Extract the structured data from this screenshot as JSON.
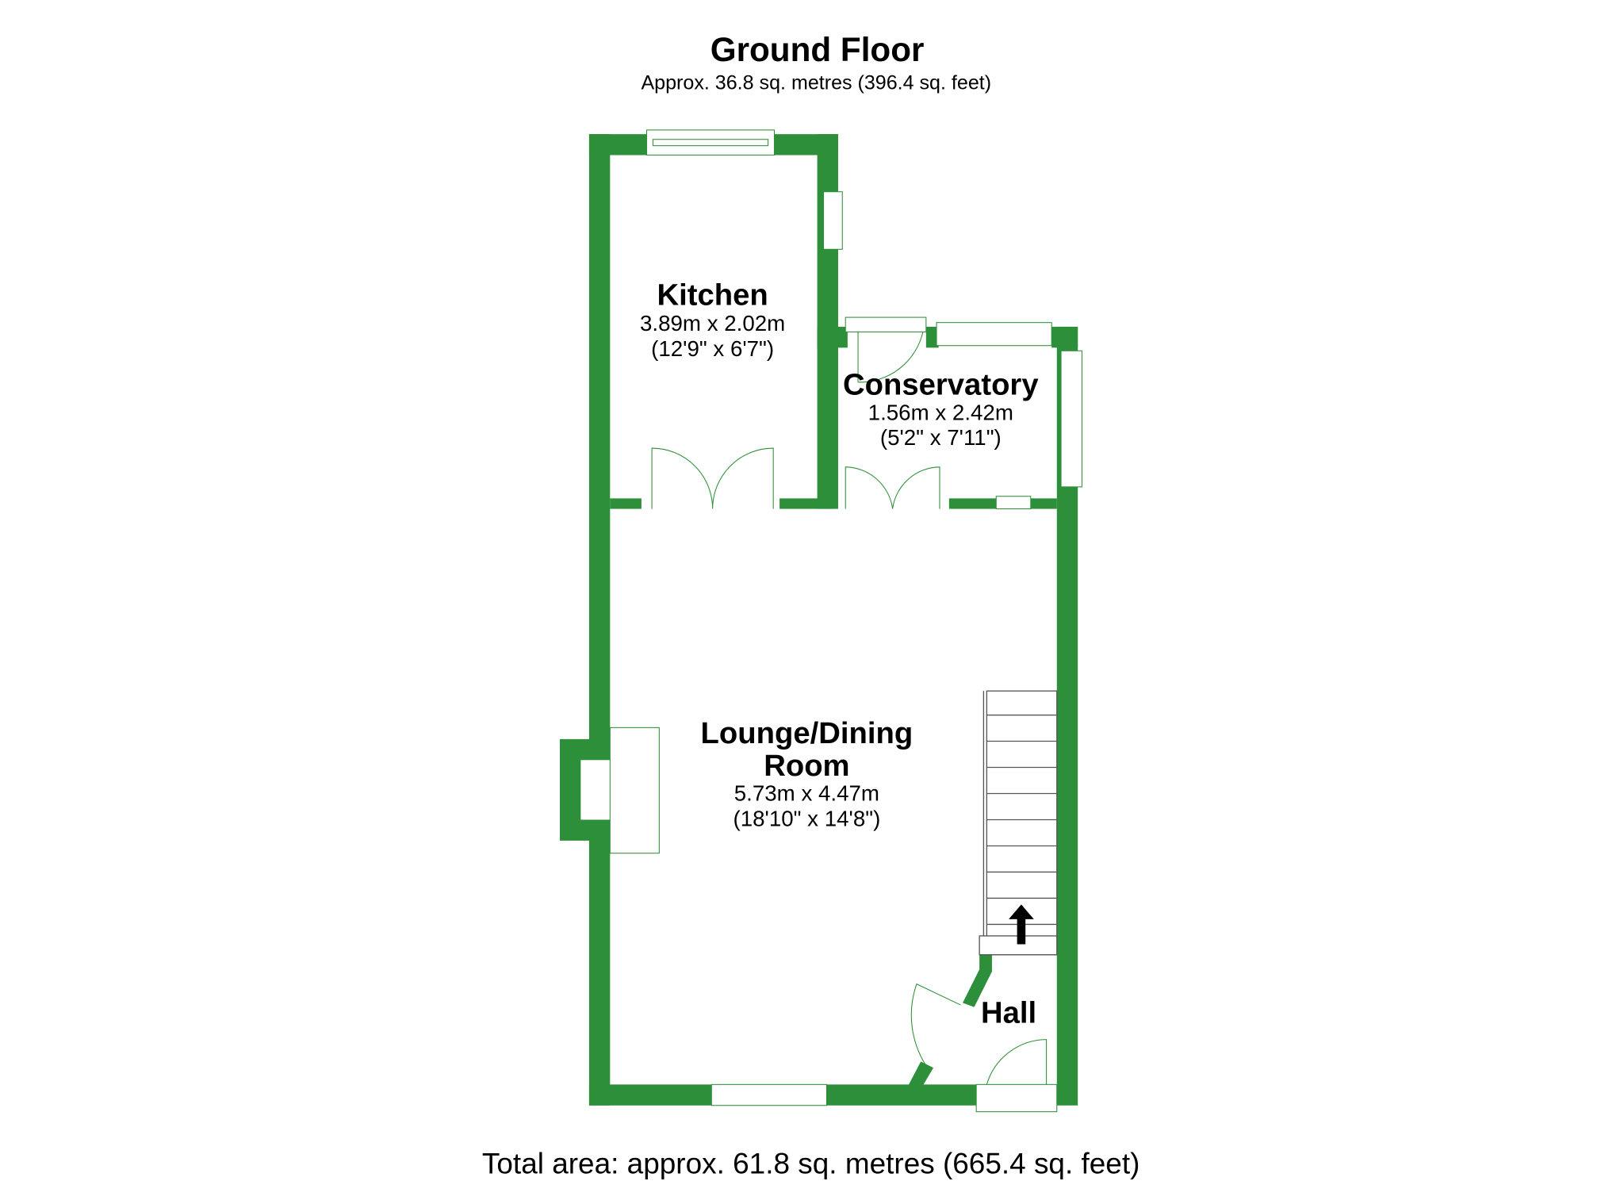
{
  "header": {
    "title": "Ground Floor",
    "subtitle": "Approx. 36.8 sq. metres (396.4 sq. feet)"
  },
  "rooms": [
    {
      "name": "Kitchen",
      "metric": "3.89m x 2.02m",
      "imperial": "(12'9\" x 6'7\")"
    },
    {
      "name": "Conservatory",
      "metric": "1.56m x 2.42m",
      "imperial": "(5'2\" x 7'11\")"
    },
    {
      "name_line1": "Lounge/Dining",
      "name_line2": "Room",
      "metric": "5.73m x 4.47m",
      "imperial": "(18'10\" x 14'8\")"
    },
    {
      "name": "Hall"
    }
  ],
  "footer": {
    "total": "Total area: approx. 61.8 sq. metres (665.4 sq. feet)"
  },
  "colors": {
    "wall": "#2e8f3a"
  }
}
